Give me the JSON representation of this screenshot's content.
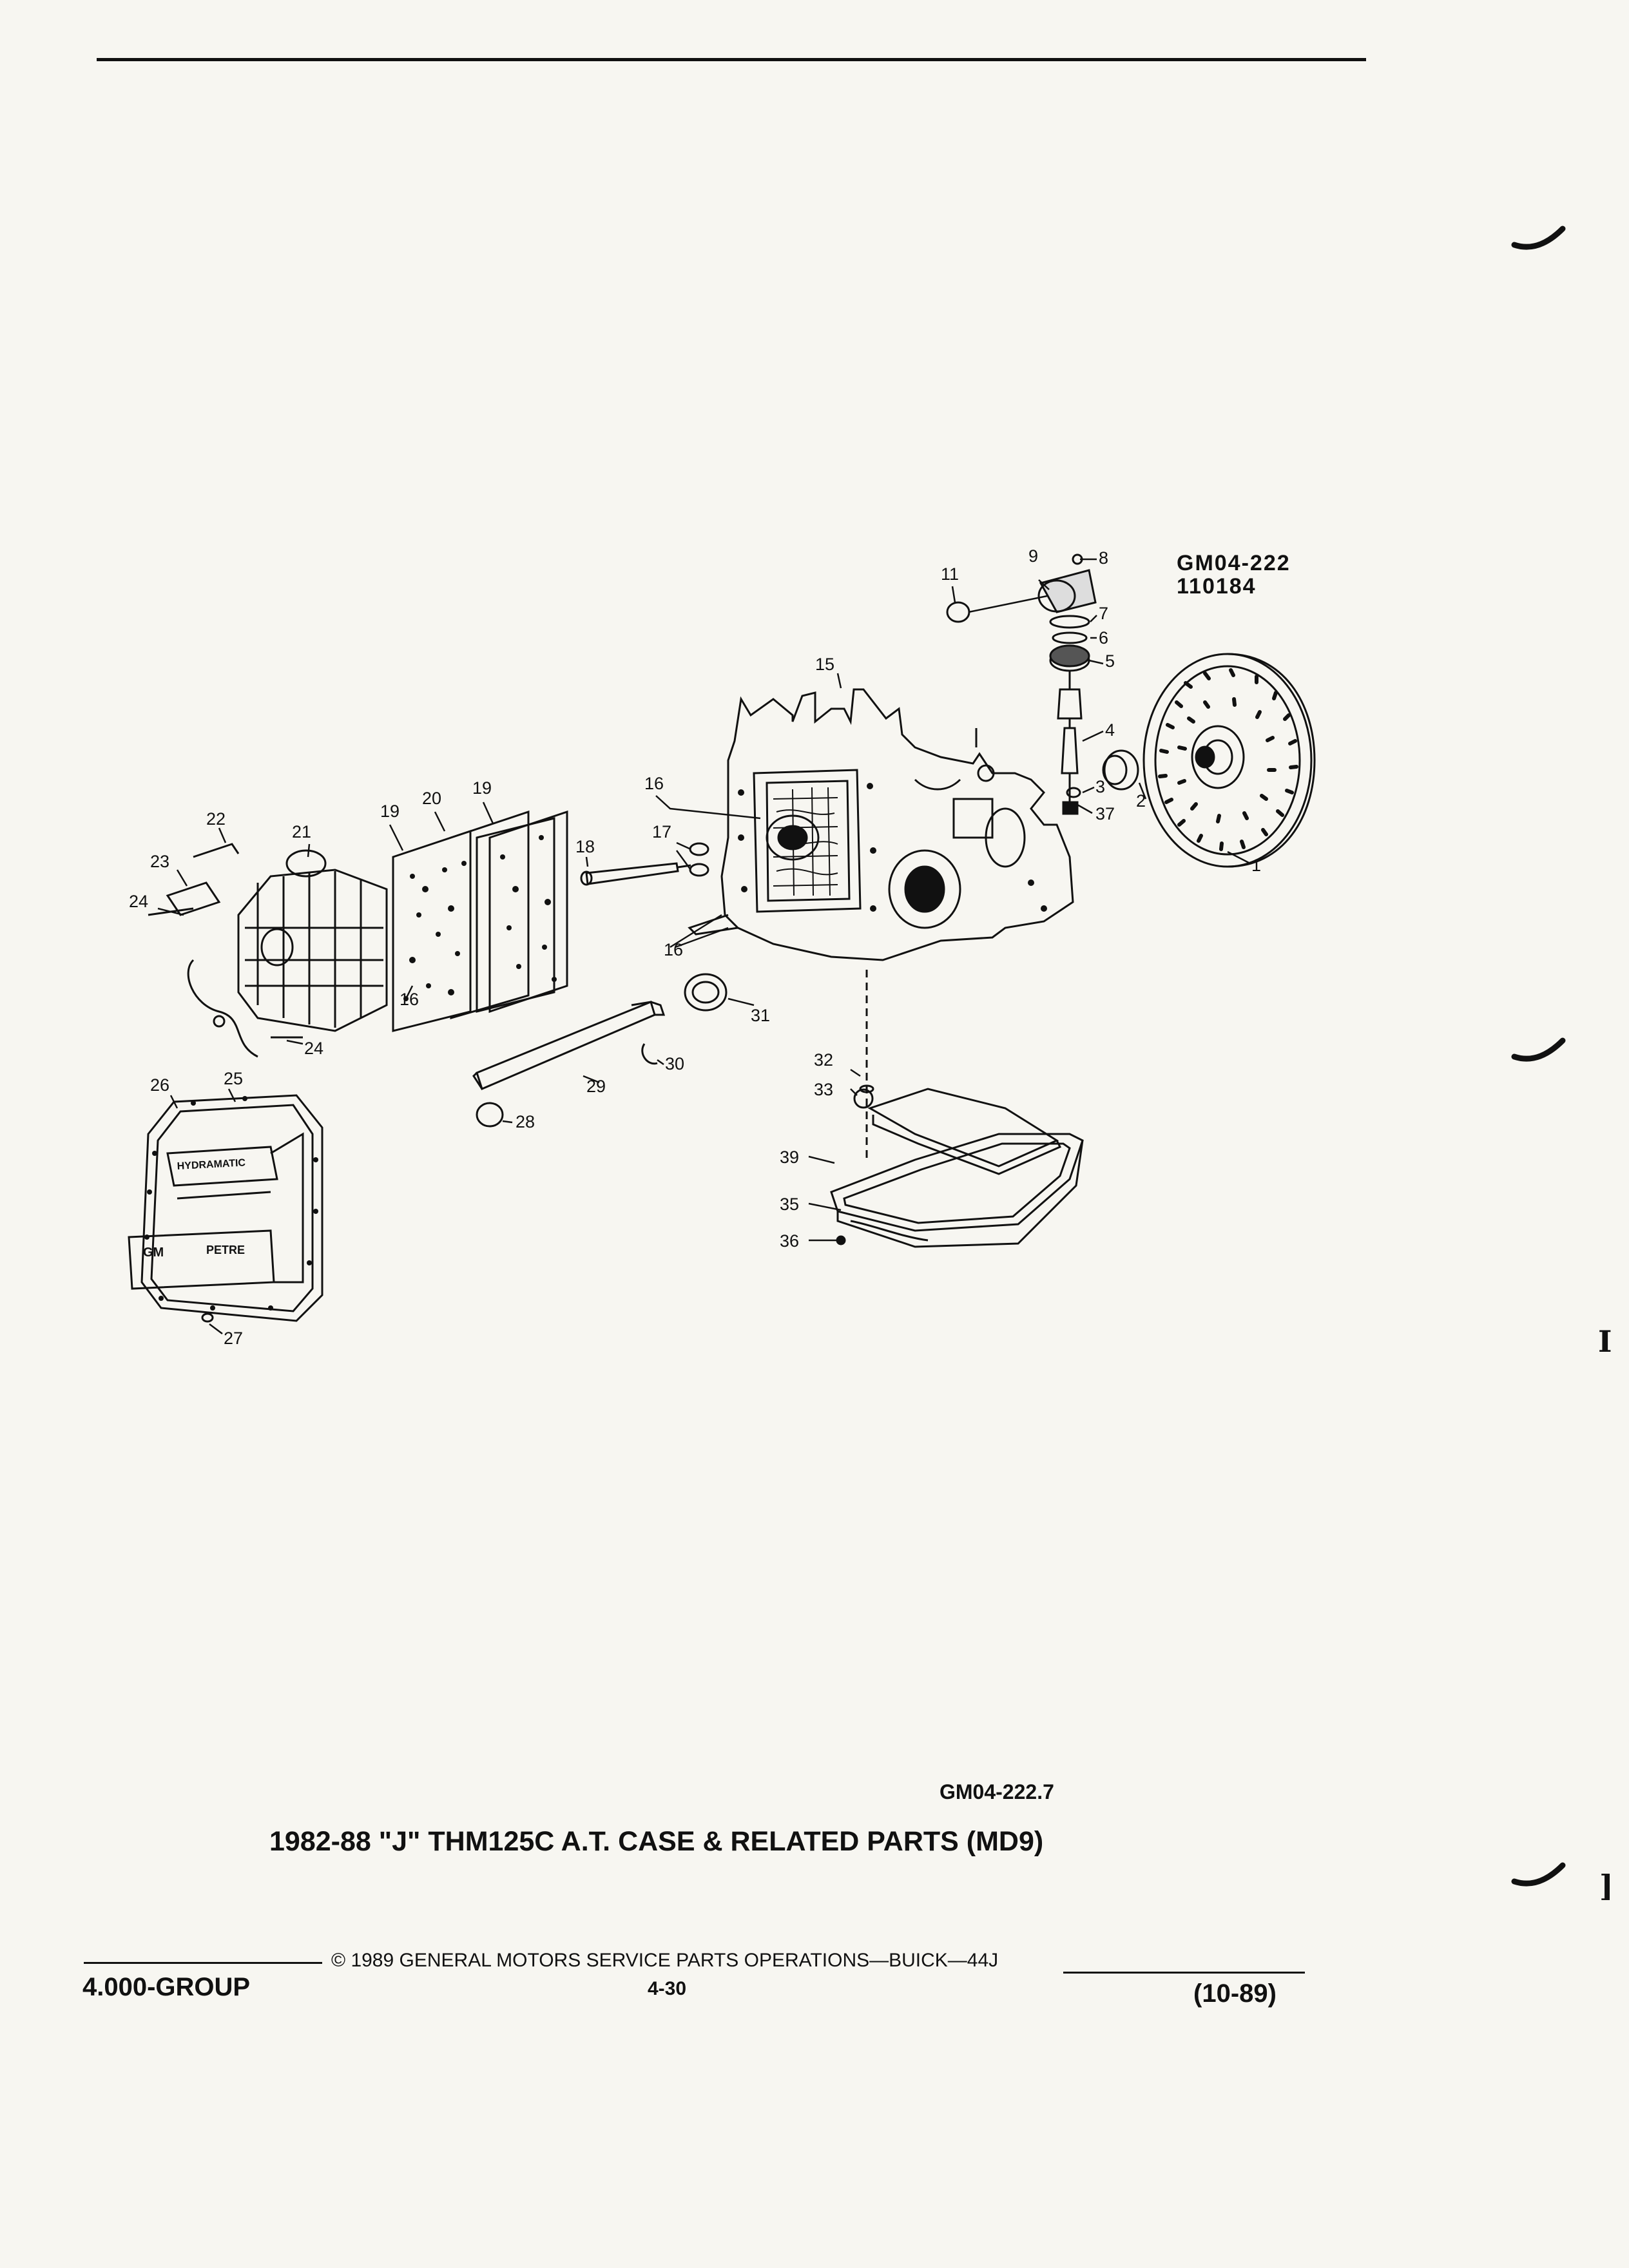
{
  "header": {
    "figure_code": "GM04-222",
    "figure_date": "110184"
  },
  "diagram": {
    "callouts": [
      {
        "id": "c1",
        "label": "1"
      },
      {
        "id": "c2",
        "label": "2"
      },
      {
        "id": "c3",
        "label": "3"
      },
      {
        "id": "c4",
        "label": "4"
      },
      {
        "id": "c5",
        "label": "5"
      },
      {
        "id": "c6",
        "label": "6"
      },
      {
        "id": "c7",
        "label": "7"
      },
      {
        "id": "c8",
        "label": "8"
      },
      {
        "id": "c9",
        "label": "9"
      },
      {
        "id": "c11",
        "label": "11"
      },
      {
        "id": "c15",
        "label": "15"
      },
      {
        "id": "c16a",
        "label": "16"
      },
      {
        "id": "c16b",
        "label": "16"
      },
      {
        "id": "c16c",
        "label": "16"
      },
      {
        "id": "c17",
        "label": "17"
      },
      {
        "id": "c18",
        "label": "18"
      },
      {
        "id": "c19a",
        "label": "19"
      },
      {
        "id": "c19b",
        "label": "19"
      },
      {
        "id": "c20",
        "label": "20"
      },
      {
        "id": "c21",
        "label": "21"
      },
      {
        "id": "c22",
        "label": "22"
      },
      {
        "id": "c23",
        "label": "23"
      },
      {
        "id": "c24a",
        "label": "24"
      },
      {
        "id": "c24b",
        "label": "24"
      },
      {
        "id": "c25",
        "label": "25"
      },
      {
        "id": "c26",
        "label": "26"
      },
      {
        "id": "c27",
        "label": "27"
      },
      {
        "id": "c28",
        "label": "28"
      },
      {
        "id": "c29",
        "label": "29"
      },
      {
        "id": "c30",
        "label": "30"
      },
      {
        "id": "c31",
        "label": "31"
      },
      {
        "id": "c32",
        "label": "32"
      },
      {
        "id": "c33",
        "label": "33"
      },
      {
        "id": "c35",
        "label": "35"
      },
      {
        "id": "c36",
        "label": "36"
      },
      {
        "id": "c37",
        "label": "37"
      },
      {
        "id": "c39",
        "label": "39"
      }
    ],
    "pan_labels": {
      "brand": "HYDRAMATIC",
      "gm_badge": "GM",
      "part_name": "PETRE"
    }
  },
  "figure_ref": "GM04-222.7",
  "caption": "1982-88 \"J\" THM125C A.T. CASE & RELATED PARTS (MD9)",
  "footer": {
    "copyright": "© 1989 GENERAL MOTORS SERVICE PARTS OPERATIONS—BUICK—44J",
    "group": "4.000-GROUP",
    "page": "4-30",
    "date_code": "(10-89)"
  },
  "margin_marks": {
    "bracket_1": "I",
    "bracket_2": "]"
  }
}
